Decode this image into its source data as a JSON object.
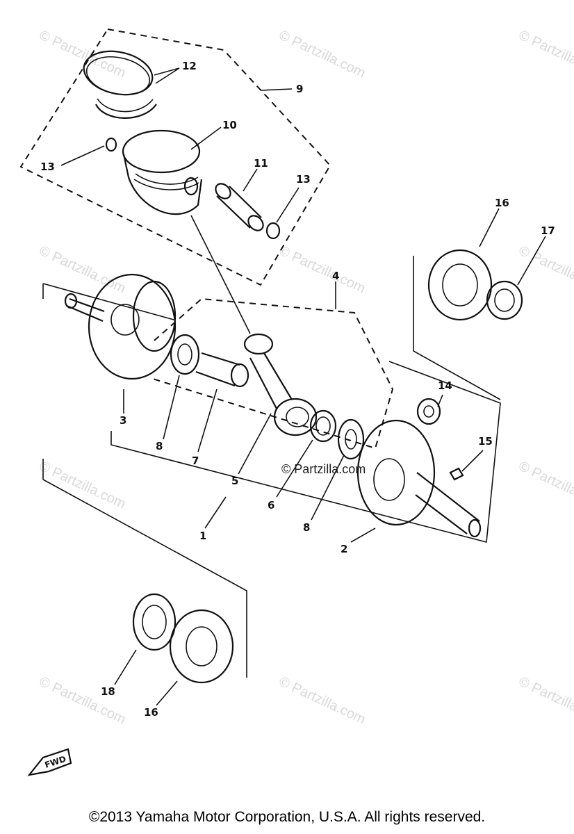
{
  "callouts": {
    "c1": "1",
    "c2": "2",
    "c3": "3",
    "c4": "4",
    "c5": "5",
    "c6": "6",
    "c7": "7",
    "c8a": "8",
    "c8b": "8",
    "c9": "9",
    "c10": "10",
    "c11": "11",
    "c12": "12",
    "c13a": "13",
    "c13b": "13",
    "c14": "14",
    "c15": "15",
    "c16a": "16",
    "c16b": "16",
    "c17": "17",
    "c18": "18"
  },
  "watermark": "© Partzilla.com",
  "center_watermark": "© Partzilla.com",
  "fwd_label": "FWD",
  "copyright": "©2013  Yamaha Motor Corporation, U.S.A. All rights reserved."
}
